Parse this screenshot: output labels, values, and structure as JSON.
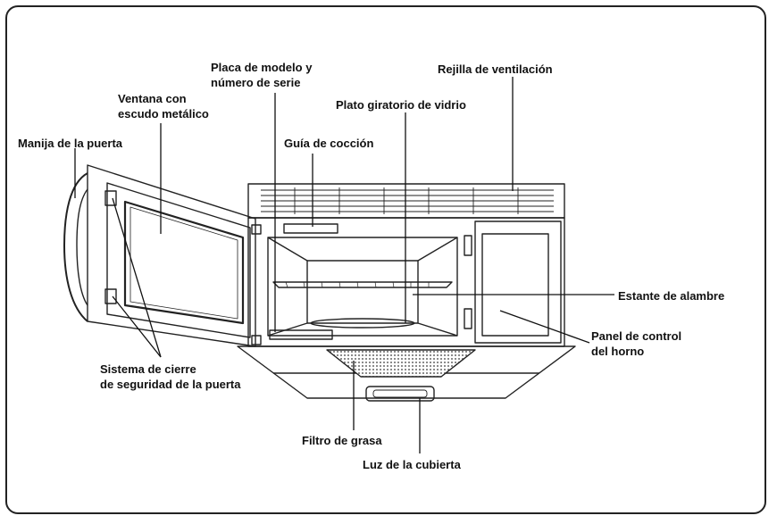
{
  "labels": {
    "model_plate": "Placa de modelo y\nnúmero de serie",
    "vent_grille": "Rejilla de ventilación",
    "window_shield": "Ventana con\nescudo metálico",
    "glass_turntable": "Plato giratorio de vidrio",
    "door_handle": "Manija de la puerta",
    "cooking_guide": "Guía de cocción",
    "wire_rack": "Estante de alambre",
    "control_panel": "Panel de control\ndel horno",
    "door_latch": "Sistema de cierre\nde seguridad de la puerta",
    "grease_filter": "Filtro de grasa",
    "cooktop_light": "Luz de la cubierta"
  }
}
